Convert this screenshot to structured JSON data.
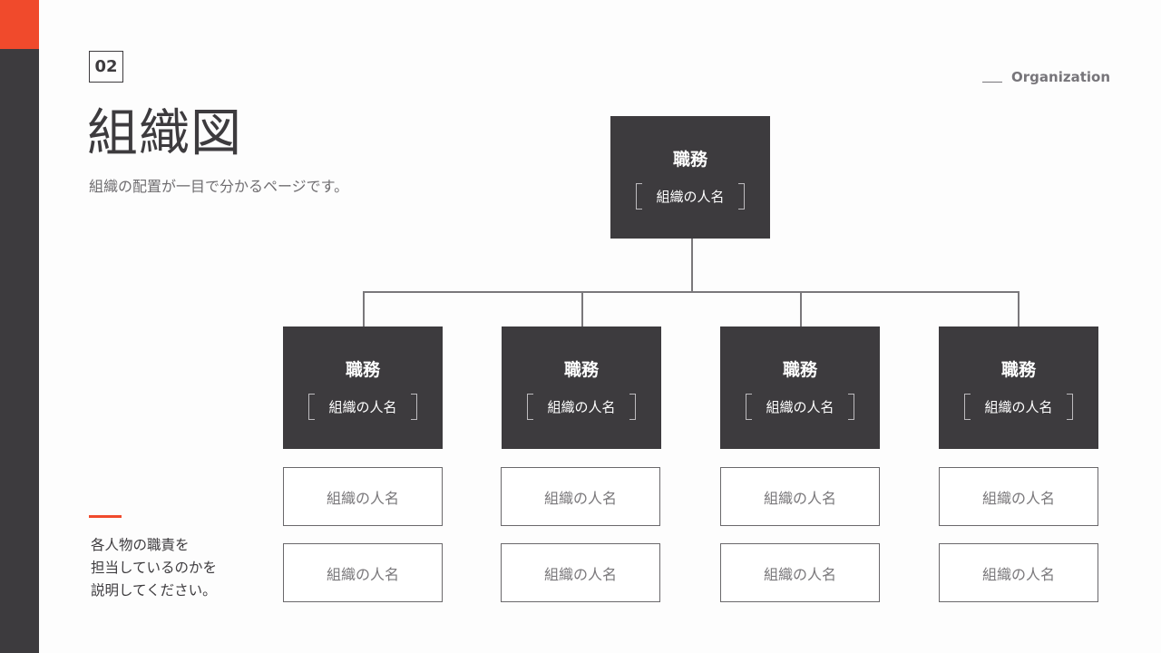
{
  "page": {
    "number": "02",
    "title": "組織図",
    "subtitle": "組織の配置が一目で分かるページです。",
    "section_label": "Organization",
    "note": "各人物の職責を\n担当しているのかを\n説明してください。"
  },
  "colors": {
    "accent": "#f04a2c",
    "dark": "#3d3b3e",
    "line": "#7a787b"
  },
  "org": {
    "root": {
      "role": "職務",
      "name": "組織の人名"
    },
    "departments": [
      {
        "role": "職務",
        "name": "組織の人名",
        "members": [
          "組織の人名",
          "組織の人名"
        ]
      },
      {
        "role": "職務",
        "name": "組織の人名",
        "members": [
          "組織の人名",
          "組織の人名"
        ]
      },
      {
        "role": "職務",
        "name": "組織の人名",
        "members": [
          "組織の人名",
          "組織の人名"
        ]
      },
      {
        "role": "職務",
        "name": "組織の人名",
        "members": [
          "組織の人名",
          "組織の人名"
        ]
      }
    ]
  }
}
